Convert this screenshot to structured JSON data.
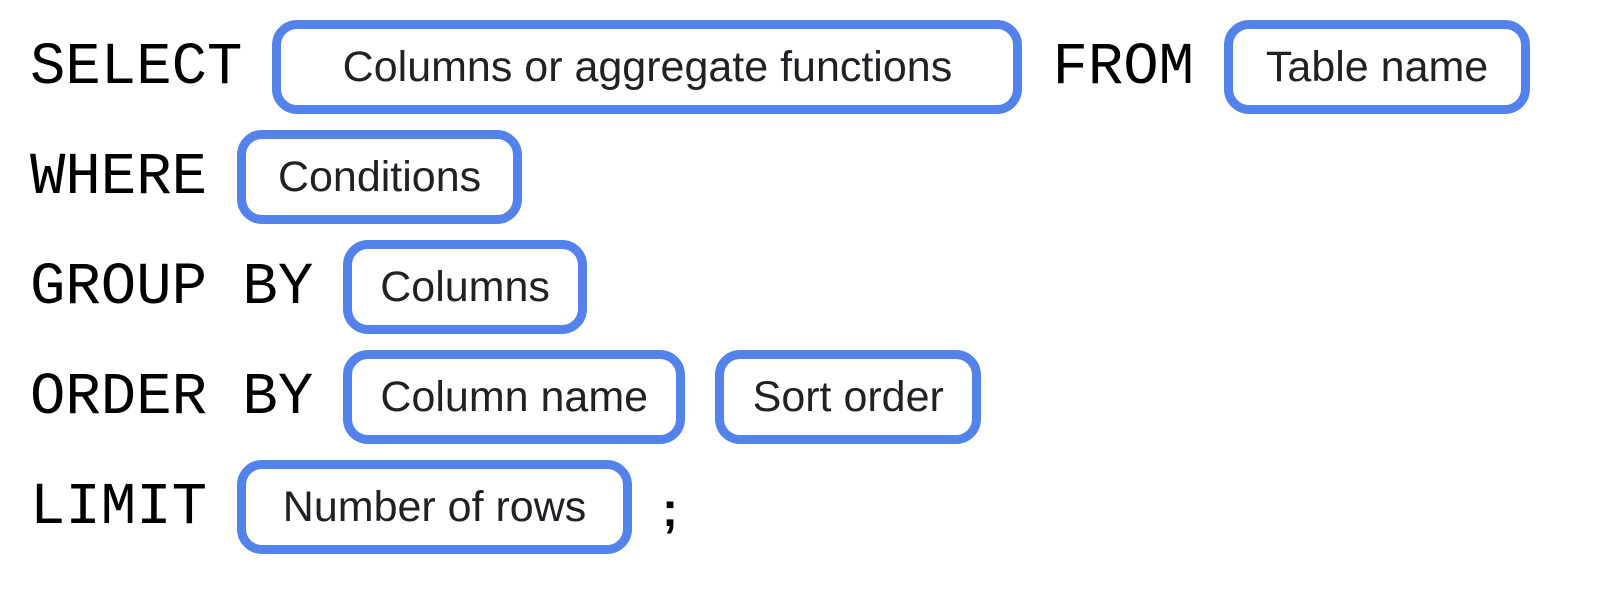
{
  "colors": {
    "accent": "#5383EA",
    "keyword_text": "#000000",
    "pill_text": "#202124",
    "background": "#FFFFFF"
  },
  "rows": [
    {
      "name": "select-from",
      "segments": [
        {
          "kind": "keyword",
          "text": "SELECT"
        },
        {
          "kind": "pill",
          "text": "Columns or aggregate functions"
        },
        {
          "kind": "keyword",
          "text": "FROM"
        },
        {
          "kind": "pill",
          "text": "Table name"
        }
      ]
    },
    {
      "name": "where",
      "segments": [
        {
          "kind": "keyword",
          "text": "WHERE"
        },
        {
          "kind": "pill",
          "text": "Conditions"
        }
      ]
    },
    {
      "name": "group-by",
      "segments": [
        {
          "kind": "keyword",
          "text": "GROUP BY"
        },
        {
          "kind": "pill",
          "text": "Columns"
        }
      ]
    },
    {
      "name": "order-by",
      "segments": [
        {
          "kind": "keyword",
          "text": "ORDER BY"
        },
        {
          "kind": "pill",
          "text": "Column name"
        },
        {
          "kind": "pill",
          "text": "Sort order"
        }
      ]
    },
    {
      "name": "limit",
      "segments": [
        {
          "kind": "keyword",
          "text": "LIMIT"
        },
        {
          "kind": "pill",
          "text": "Number of rows"
        },
        {
          "kind": "punctuation",
          "text": ";"
        }
      ]
    }
  ]
}
